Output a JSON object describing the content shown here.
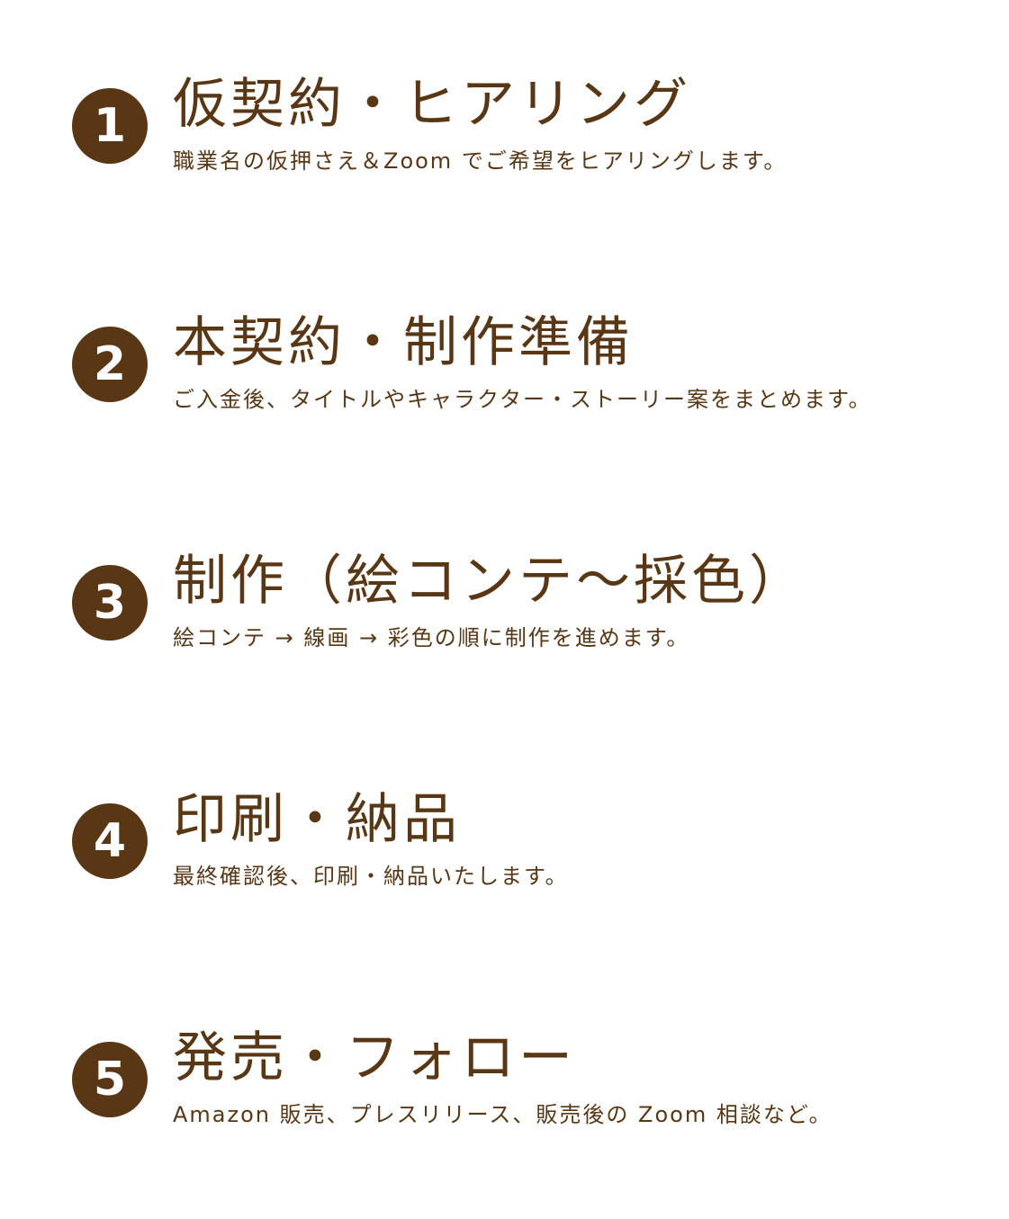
{
  "colors": {
    "accent": "#5a3714",
    "background": "#ffffff",
    "number_text": "#ffffff"
  },
  "steps": [
    {
      "number": "1",
      "title": "仮契約・ヒアリング",
      "description": "職業名の仮押さえ＆Zoom でご希望をヒアリングします。"
    },
    {
      "number": "2",
      "title": "本契約・制作準備",
      "description": "ご入金後、タイトルやキャラクター・ストーリー案をまとめます。"
    },
    {
      "number": "3",
      "title": "制作（絵コンテ〜採色）",
      "description": "絵コンテ → 線画 → 彩色の順に制作を進めます。"
    },
    {
      "number": "4",
      "title": "印刷・納品",
      "description": "最終確認後、印刷・納品いたします。"
    },
    {
      "number": "5",
      "title": "発売・フォロー",
      "description": "Amazon 販売、プレスリリース、販売後の Zoom 相談など。"
    }
  ]
}
